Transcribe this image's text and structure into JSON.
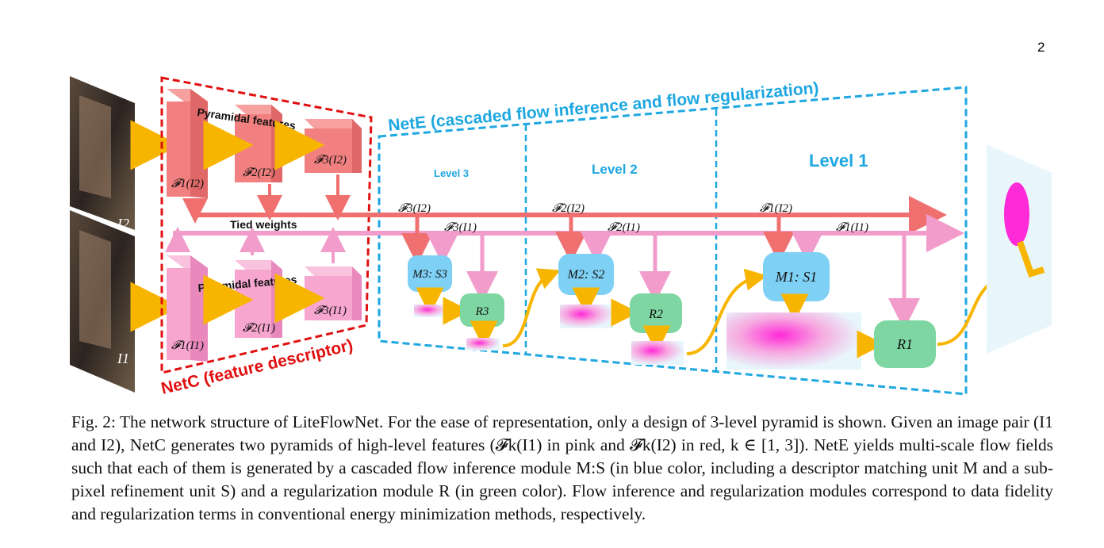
{
  "page": {
    "number": "2"
  },
  "figure": {
    "netc_label": "NetC (feature descriptor)",
    "nete_label": "NetE (cascaded flow inference and flow regularization)",
    "pyramidal_top": "Pyramidal features",
    "pyramidal_bottom": "Pyramidal features",
    "tied_weights": "Tied weights",
    "level3": "Level 3",
    "level2": "Level 2",
    "level1": "Level 1",
    "image_labels": {
      "i2": "I2",
      "i1": "I1"
    },
    "features": {
      "f1i2": "𝓕1(I2)",
      "f2i2": "𝓕2(I2)",
      "f3i2": "𝓕3(I2)",
      "f1i1": "𝓕1(I1)",
      "f2i1": "𝓕2(I1)",
      "f3i1": "𝓕3(I1)"
    },
    "line_labels": {
      "l3_red": "𝓕3(I2)",
      "l3_pink": "𝓕3(I1)",
      "l2_red": "𝓕2(I2)",
      "l2_pink": "𝓕2(I1)",
      "l1_red": "𝓕1(I2)",
      "l1_pink": "𝓕1(I1)"
    },
    "modules": {
      "m3": "M3: S3",
      "r3": "R3",
      "m2": "M2: S2",
      "r2": "R2",
      "m1": "M1: S1",
      "r1": "R1"
    },
    "colors": {
      "netc": "#e01010",
      "nete": "#1ea7e0",
      "red_feature": "#f28080",
      "pink_feature": "#f7a6cf",
      "blue_module": "#7fd0f5",
      "green_module": "#7ed6a2",
      "arrow": "#f7b500"
    }
  },
  "caption": "Fig. 2: The network structure of LiteFlowNet. For the ease of representation, only a design of 3-level pyramid is shown. Given an image pair (I1 and I2), NetC generates two pyramids of high-level features (𝓕k(I1) in pink and 𝓕k(I2) in red, k ∈ [1, 3]). NetE yields multi-scale flow fields such that each of them is generated by a cascaded flow inference module M:S (in blue color, including a descriptor matching unit M and a sub-pixel refinement unit S) and a regularization module R (in green color). Flow inference and regularization modules correspond to data fidelity and regularization terms in conventional energy minimization methods, respectively."
}
